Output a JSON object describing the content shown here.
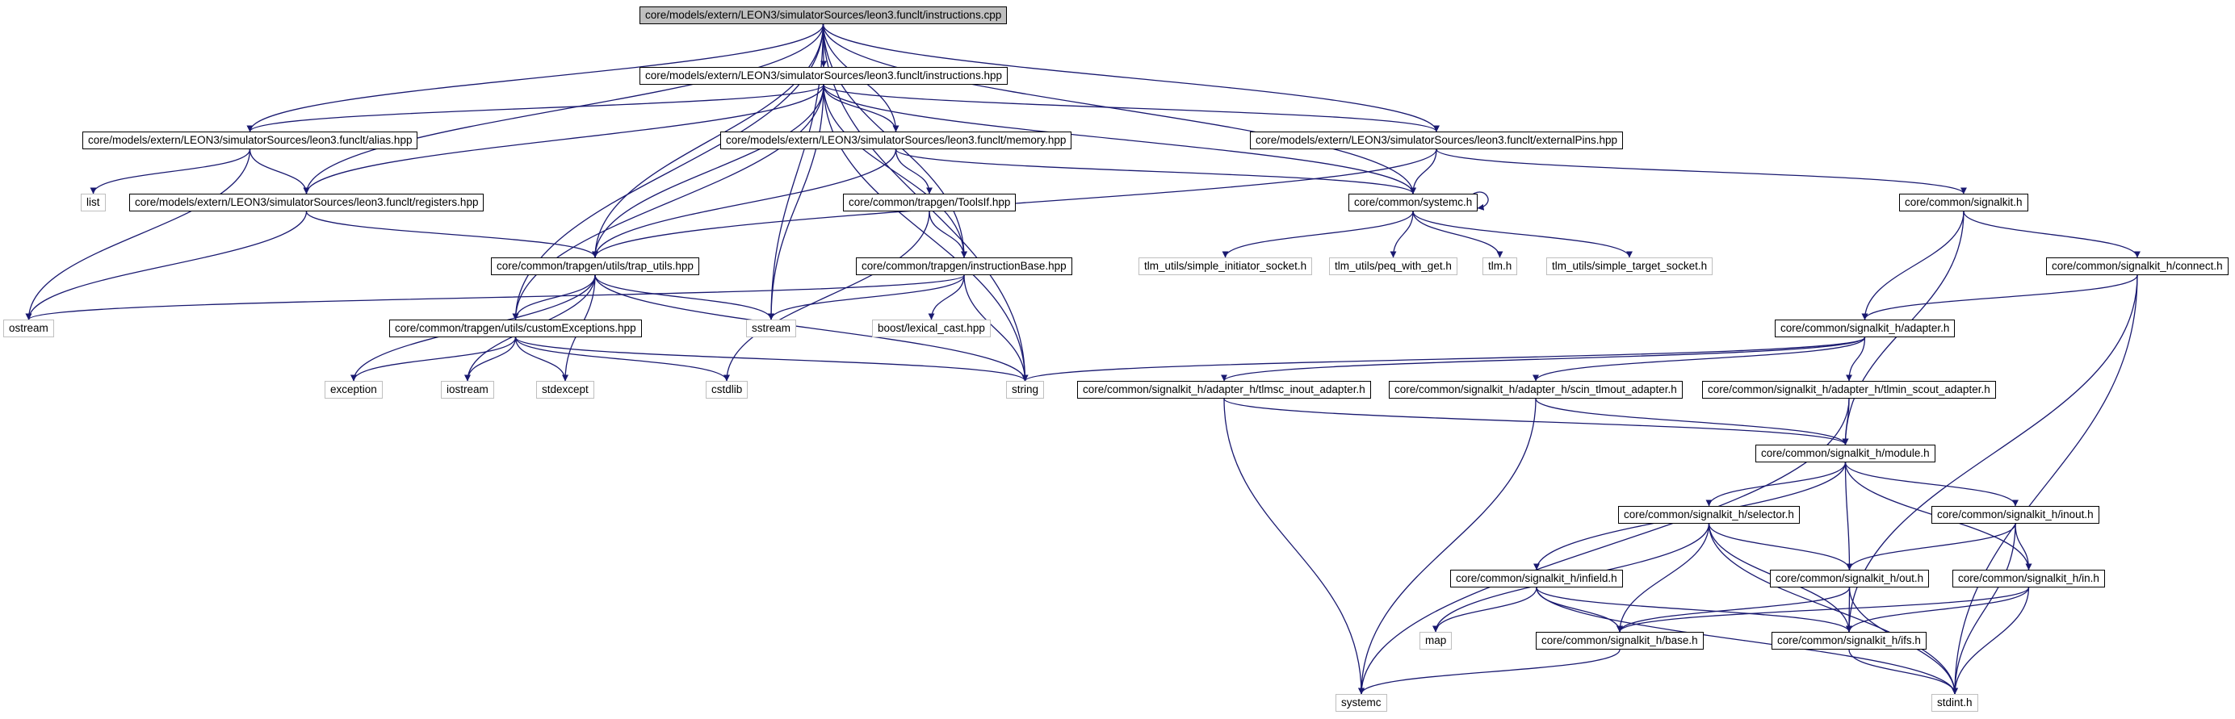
{
  "title": "core/models/extern/LEON3/simulatorSources/leon3.funclt/instructions.cpp",
  "colors": {
    "edge": "#191970",
    "root_fill": "#bfbfbf",
    "external_border": "#bfbfbf",
    "node_border": "#000000"
  },
  "nodes": {
    "root": "core/models/extern/LEON3/simulatorSources/leon3.funclt/instructions.cpp",
    "instructions_hpp": "core/models/extern/LEON3/simulatorSources/leon3.funclt/instructions.hpp",
    "alias_hpp": "core/models/extern/LEON3/simulatorSources/leon3.funclt/alias.hpp",
    "memory_hpp": "core/models/extern/LEON3/simulatorSources/leon3.funclt/memory.hpp",
    "externalpins_hpp": "core/models/extern/LEON3/simulatorSources/leon3.funclt/externalPins.hpp",
    "list": "list",
    "registers_hpp": "core/models/extern/LEON3/simulatorSources/leon3.funclt/registers.hpp",
    "toolsif_hpp": "core/common/trapgen/ToolsIf.hpp",
    "systemc_h": "core/common/systemc.h",
    "signalkit_h": "core/common/signalkit.h",
    "trap_utils_hpp": "core/common/trapgen/utils/trap_utils.hpp",
    "instructionbase_hpp": "core/common/trapgen/instructionBase.hpp",
    "simple_initiator_socket": "tlm_utils/simple_initiator_socket.h",
    "peq_with_get": "tlm_utils/peq_with_get.h",
    "tlm_h": "tlm.h",
    "simple_target_socket": "tlm_utils/simple_target_socket.h",
    "connect_h": "core/common/signalkit_h/connect.h",
    "ostream": "ostream",
    "customexceptions_hpp": "core/common/trapgen/utils/customExceptions.hpp",
    "sstream": "sstream",
    "lexical_cast": "boost/lexical_cast.hpp",
    "adapter_h": "core/common/signalkit_h/adapter.h",
    "exception": "exception",
    "iostream": "iostream",
    "stdexcept": "stdexcept",
    "cstdlib": "cstdlib",
    "string": "string",
    "tlmsc_inout_adapter": "core/common/signalkit_h/adapter_h/tlmsc_inout_adapter.h",
    "scin_tlmout_adapter": "core/common/signalkit_h/adapter_h/scin_tlmout_adapter.h",
    "tlmin_scout_adapter": "core/common/signalkit_h/adapter_h/tlmin_scout_adapter.h",
    "module_h": "core/common/signalkit_h/module.h",
    "selector_h": "core/common/signalkit_h/selector.h",
    "inout_h": "core/common/signalkit_h/inout.h",
    "infield_h": "core/common/signalkit_h/infield.h",
    "out_h": "core/common/signalkit_h/out.h",
    "in_h": "core/common/signalkit_h/in.h",
    "map": "map",
    "base_h": "core/common/signalkit_h/base.h",
    "ifs_h": "core/common/signalkit_h/ifs.h",
    "systemc": "systemc",
    "stdint_h": "stdint.h"
  }
}
